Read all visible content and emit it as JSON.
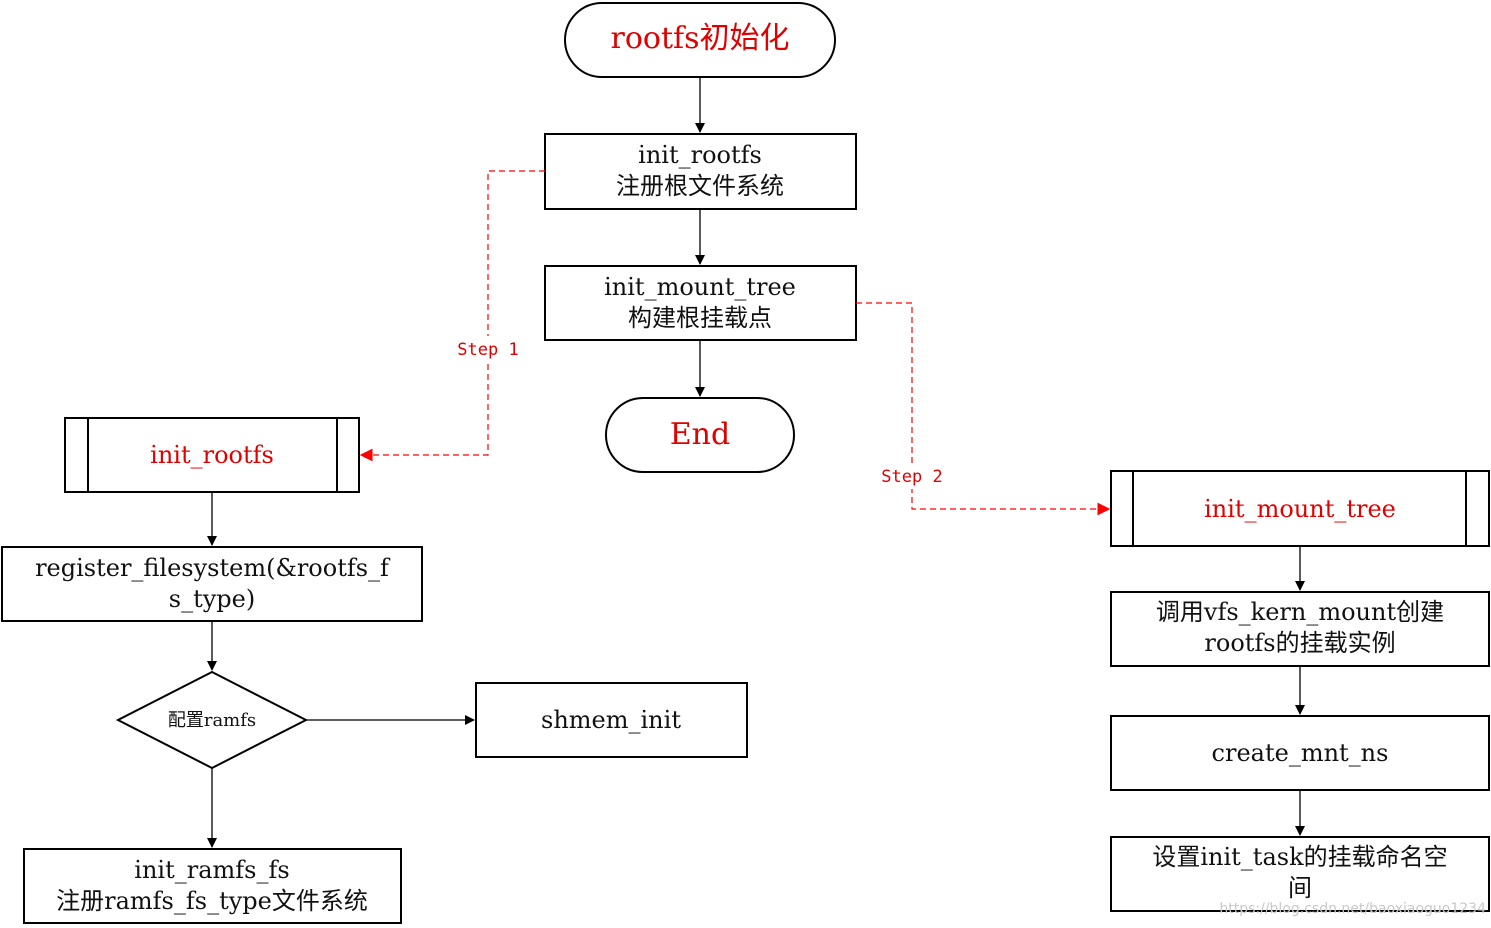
{
  "colors": {
    "stroke": "#000000",
    "accent": "#e00000",
    "watermark": "#c9c9c9"
  },
  "main_flow": {
    "start": "rootfs初始化",
    "init_rootfs": {
      "line1": "init_rootfs",
      "line2": "注册根文件系统"
    },
    "init_mount_tree": {
      "line1": "init_mount_tree",
      "line2": "构建根挂载点"
    },
    "end": "End"
  },
  "steps": {
    "step1": "Step 1",
    "step2": "Step 2"
  },
  "left_flow": {
    "title": "init_rootfs",
    "register": {
      "line1": "register_filesystem(&rootfs_f",
      "line2": "s_type)"
    },
    "decision": "配置ramfs",
    "shmem": "shmem_init",
    "ramfs": {
      "line1": "init_ramfs_fs",
      "line2": "注册ramfs_fs_type文件系统"
    }
  },
  "right_flow": {
    "title": "init_mount_tree",
    "vfs": {
      "line1": "调用vfs_kern_mount创建",
      "line2": "rootfs的挂载实例"
    },
    "mnt_ns": "create_mnt_ns",
    "set_ns": {
      "line1": "设置init_task的挂载命名空",
      "line2": "间"
    }
  },
  "watermark": "https://blog.csdn.net/baoxiaoguo1234"
}
